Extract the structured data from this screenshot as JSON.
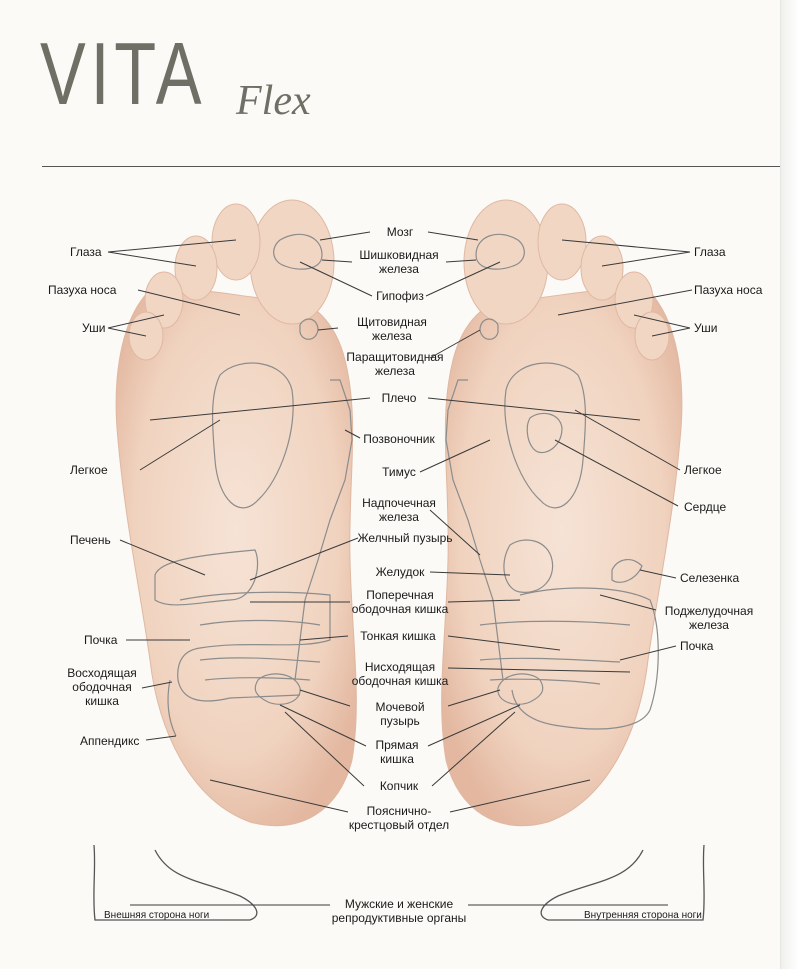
{
  "header": {
    "title": "VITA",
    "subtitle": "Flex"
  },
  "colors": {
    "skin": "#f1d6c4",
    "skin_shadow": "#e2b79f",
    "outline": "#8c8c8c",
    "leader": "#3a3a3a",
    "title": "#6f6f66"
  },
  "labels": {
    "eyes_left": "Глаза",
    "eyes_right": "Глаза",
    "sinus_left": "Пазуха носа",
    "sinus_right": "Пазуха носа",
    "ears_left": "Уши",
    "ears_right": "Уши",
    "brain": "Мозг",
    "pineal_1": "Шишковидная",
    "pineal_2": "железа",
    "pituitary": "Гипофиз",
    "thyroid_1": "Щитовидная",
    "thyroid_2": "железа",
    "parathyroid_1": "Паращитовидная",
    "parathyroid_2": "железа",
    "shoulder": "Плечо",
    "spine": "Позвоночник",
    "lung_left": "Легкое",
    "lung_right": "Легкое",
    "thymus": "Тимус",
    "heart": "Сердце",
    "adrenal_1": "Надпочечная",
    "adrenal_2": "железа",
    "liver": "Печень",
    "gallbladder": "Желчный пузырь",
    "stomach": "Желудок",
    "spleen": "Селезенка",
    "transverse_colon_1": "Поперечная",
    "transverse_colon_2": "ободочная кишка",
    "pancreas_1": "Поджелудочная",
    "pancreas_2": "железа",
    "kidney_left": "Почка",
    "kidney_right": "Почка",
    "small_intestine": "Тонкая кишка",
    "ascending_colon_1": "Восходящая",
    "ascending_colon_2": "ободочная",
    "ascending_colon_3": "кишка",
    "descending_colon_1": "Нисходящая",
    "descending_colon_2": "ободочная кишка",
    "bladder_1": "Мочевой",
    "bladder_2": "пузырь",
    "appendix": "Аппендикс",
    "rectum_1": "Прямая",
    "rectum_2": "кишка",
    "coccyx": "Копчик",
    "lumbosacral_1": "Пояснично-",
    "lumbosacral_2": "крестцовый отдел",
    "reproductive_1": "Мужские и женские",
    "reproductive_2": "репродуктивные органы",
    "outer_side": "Внешняя сторона ноги",
    "inner_side": "Внутренняя сторона ноги"
  }
}
